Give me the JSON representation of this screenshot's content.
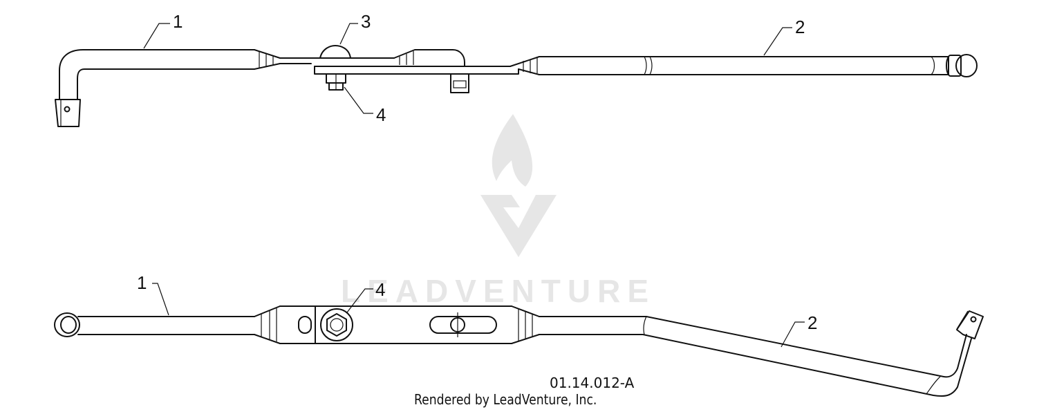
{
  "watermark": {
    "text": "LEADVENTURE"
  },
  "callouts": {
    "top": {
      "c1": "1",
      "c2": "2",
      "c3": "3",
      "c4": "4"
    },
    "bottom": {
      "c1": "1",
      "c2": "2",
      "c4": "4"
    }
  },
  "footer": {
    "part_code": "01.14.012-A",
    "credit": "Rendered by LeadVenture, Inc."
  }
}
